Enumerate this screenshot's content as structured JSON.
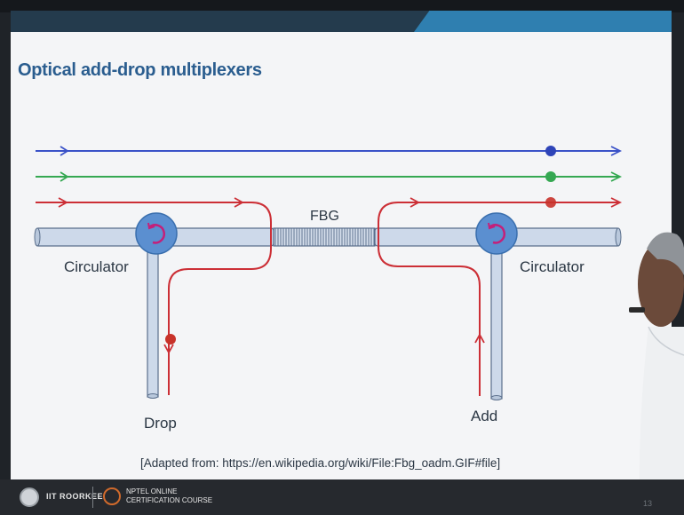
{
  "slide": {
    "title": "Optical add-drop multiplexers",
    "page_number": "13"
  },
  "diagram": {
    "labels": {
      "fbg": "FBG",
      "circulator_left": "Circulator",
      "circulator_right": "Circulator",
      "drop": "Drop",
      "add": "Add"
    },
    "colors": {
      "blue": "#3a52c8",
      "green": "#35a852",
      "red": "#cc2f36",
      "fiber_fill": "#cdd9ea",
      "fiber_stroke": "#5a6f8c",
      "circulator": "#5b8fd0",
      "circulator_arrow": "#c4207a"
    },
    "source": "[Adapted from: https://en.wikipedia.org/wiki/File:Fbg_oadm.GIF#file]"
  },
  "footer": {
    "institute": "IIT ROORKEE",
    "course_line1": "NPTEL ONLINE",
    "course_line2": "CERTIFICATION COURSE"
  }
}
